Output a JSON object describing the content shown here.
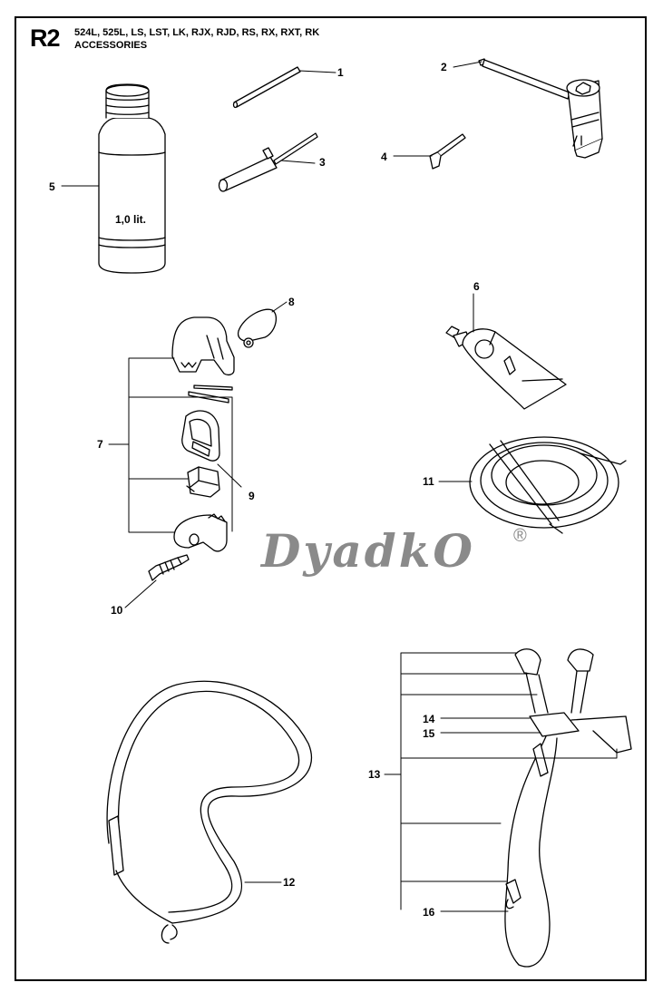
{
  "header": {
    "code": "R2",
    "models": "524L, 525L, LS, LST, LK, RJX, RJD, RS, RX, RXT, RK",
    "section": "ACCESSORIES"
  },
  "bottle_text": "1,0 lit.",
  "callouts": {
    "c1": "1",
    "c2": "2",
    "c3": "3",
    "c4": "4",
    "c5": "5",
    "c6": "6",
    "c7": "7",
    "c8": "8",
    "c9": "9",
    "c10": "10",
    "c11": "11",
    "c12": "12",
    "c13": "13",
    "c14": "14",
    "c15": "15",
    "c16": "16"
  },
  "watermark": {
    "text": "DyadkO",
    "mark": "®"
  }
}
